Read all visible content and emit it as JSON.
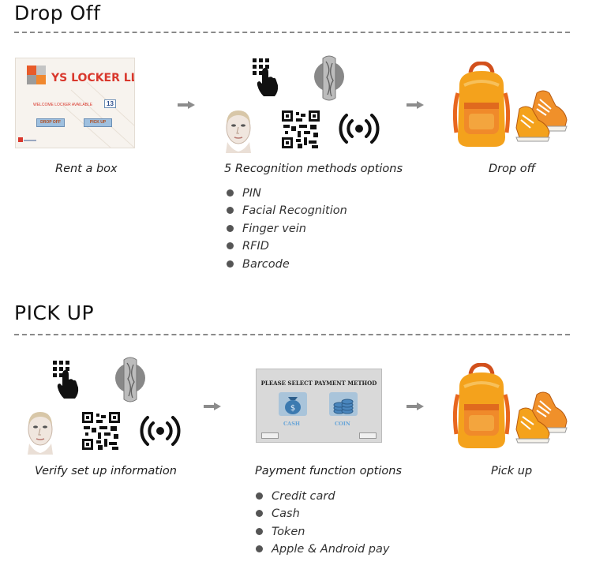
{
  "dropoff": {
    "heading": "Drop Off",
    "step1": {
      "caption": "Rent a box",
      "screen_title": "YS LOCKER LLC",
      "screen_sub": "WELCOME LOCKER AVAILABLE",
      "screen_count": "13",
      "btn_dropoff": "DROP OFF",
      "btn_pickup": "PICK UP"
    },
    "step2": {
      "caption": "5 Recognition methods options",
      "options": [
        "PIN",
        "Facial Recognition",
        "Finger vein",
        "RFID",
        "Barcode"
      ]
    },
    "step3": {
      "caption": "Drop off"
    }
  },
  "pickup": {
    "heading": "PICK UP",
    "step1": {
      "caption": "Verify set up information"
    },
    "step2": {
      "caption": "Payment function options",
      "screen_title": "PLEASE SELECT PAYMENT METHOD",
      "cash_label": "CASH",
      "coin_label": "COIN",
      "options": [
        "Credit card",
        "Cash",
        "Token",
        "Apple & Android pay"
      ]
    },
    "step3": {
      "caption": "Pick up"
    }
  },
  "icons": [
    "pin-keypad-icon",
    "finger-vein-icon",
    "face-icon",
    "qr-code-icon",
    "rfid-icon",
    "backpack-icon",
    "sneakers-icon",
    "arrow-icon"
  ],
  "colors": {
    "arrow": "#8c8c8c",
    "bag_orange": "#f4a21c",
    "bag_accent": "#e8671e",
    "locker_red": "#d9382d"
  }
}
